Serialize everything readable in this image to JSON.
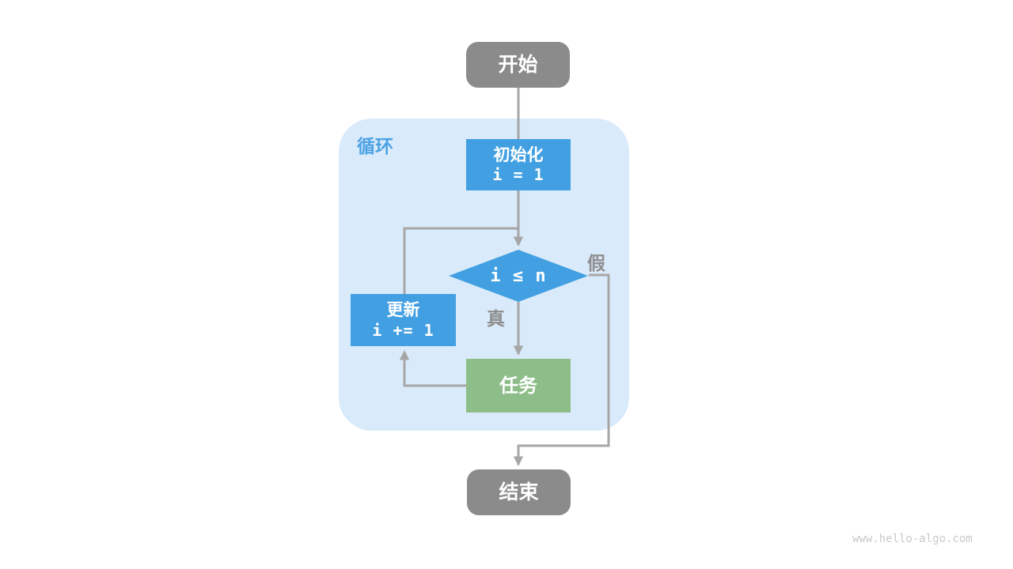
{
  "colors": {
    "node_gray": "#8b8b8b",
    "box_blue": "#42a0e2",
    "box_green": "#8dbe89",
    "container_blue": "#d9eafa",
    "label_blue": "#4ba2e5",
    "line_gray": "#a6a6a6",
    "edge_label_gray": "#8e8e8e",
    "watermark_gray": "#c9c9c9"
  },
  "nodes": {
    "start": {
      "label": "开始"
    },
    "loop": {
      "label": "循环"
    },
    "init": {
      "title": "初始化",
      "code": "i = 1"
    },
    "condition": {
      "code": "i ≤ n"
    },
    "update": {
      "title": "更新",
      "code": "i += 1"
    },
    "task": {
      "label": "任务"
    },
    "end": {
      "label": "结束"
    }
  },
  "edge_labels": {
    "true_label": "真",
    "false_label": "假"
  },
  "watermark": "www.hello-algo.com"
}
